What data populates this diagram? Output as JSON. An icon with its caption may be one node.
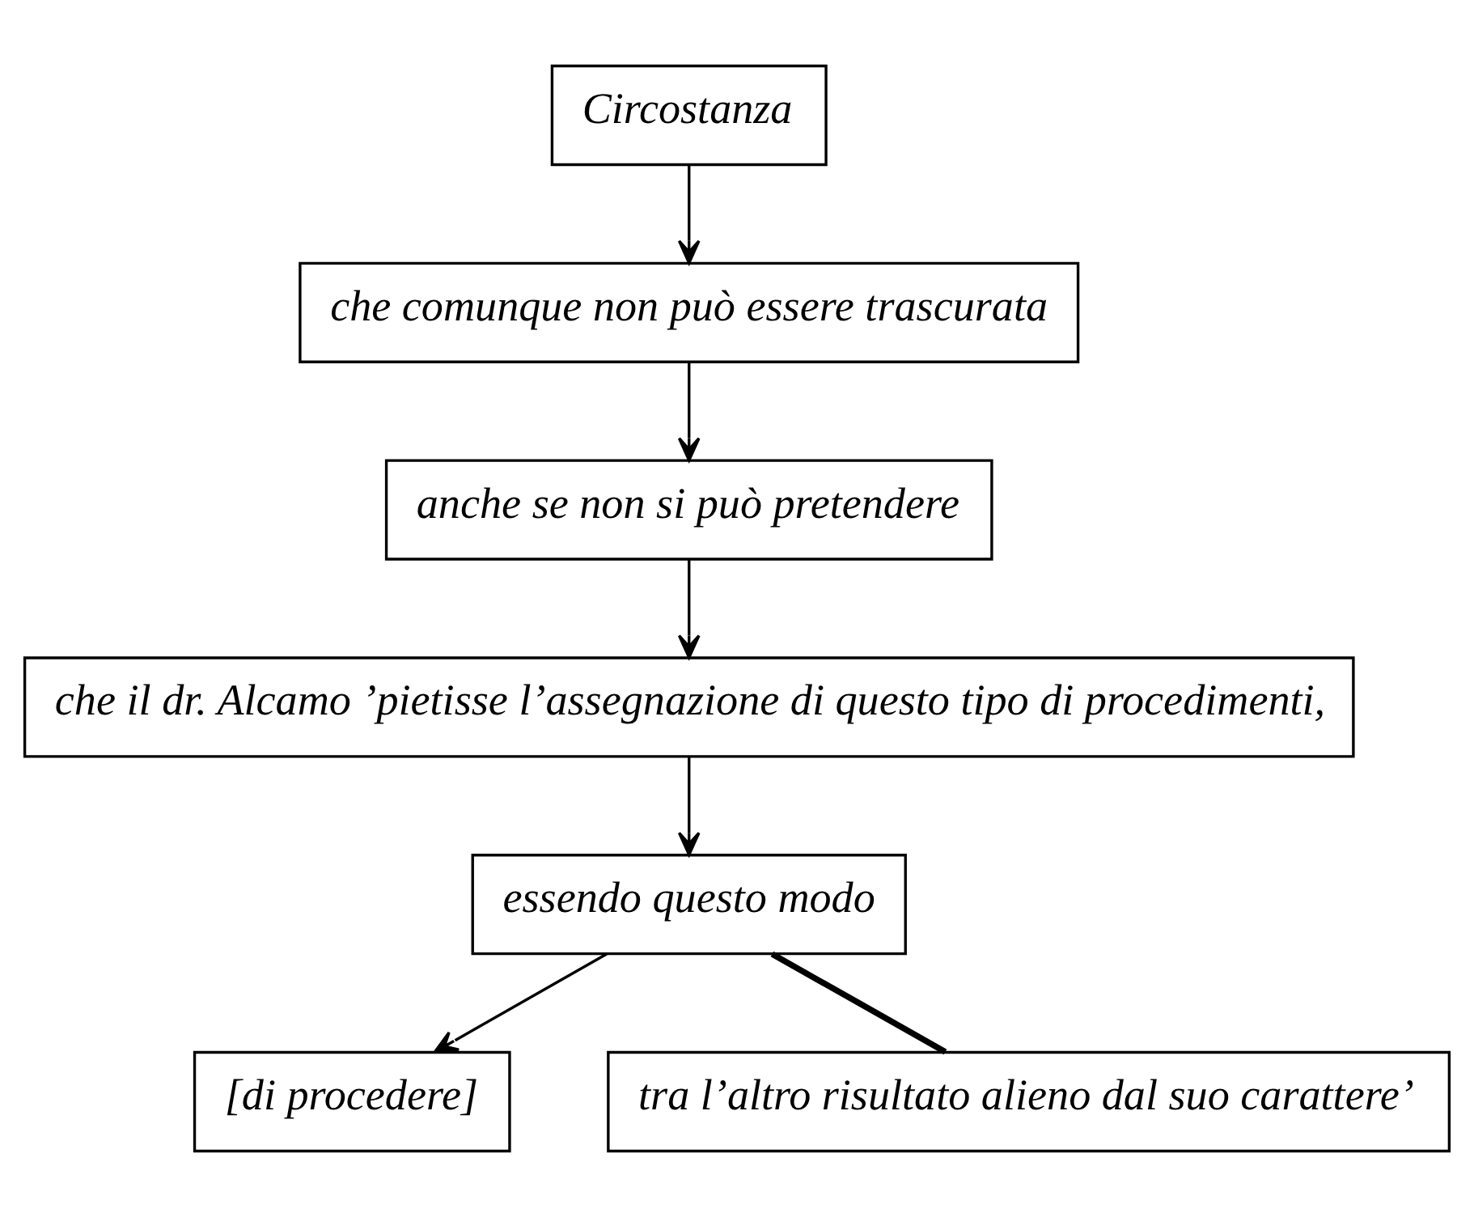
{
  "diagram": {
    "nodes": [
      {
        "text": [
          "Circostanza"
        ]
      },
      {
        "text": [
          "che comunque non può essere trascurata"
        ]
      },
      {
        "text": [
          "anche se non si può pretendere"
        ]
      },
      {
        "text": [
          "che il dr. Alcamo ’pietisse l’assegnazione di questo tipo di procedimenti,"
        ]
      },
      {
        "text": [
          "essendo questo modo"
        ]
      },
      {
        "text": [
          "[di procedere]"
        ]
      },
      {
        "text": [
          "tra l’altro risultato alieno dal suo carattere’"
        ]
      }
    ],
    "edges": [
      {
        "from": 0,
        "to": 1,
        "arrow": "to"
      },
      {
        "from": 1,
        "to": 2,
        "arrow": "to"
      },
      {
        "from": 2,
        "to": 3,
        "arrow": "to"
      },
      {
        "from": 3,
        "to": 4,
        "arrow": "to"
      },
      {
        "from": 4,
        "to": 5,
        "arrow": "to"
      },
      {
        "from": 4,
        "to": 6,
        "arrow": "none",
        "style": "thick"
      }
    ]
  }
}
